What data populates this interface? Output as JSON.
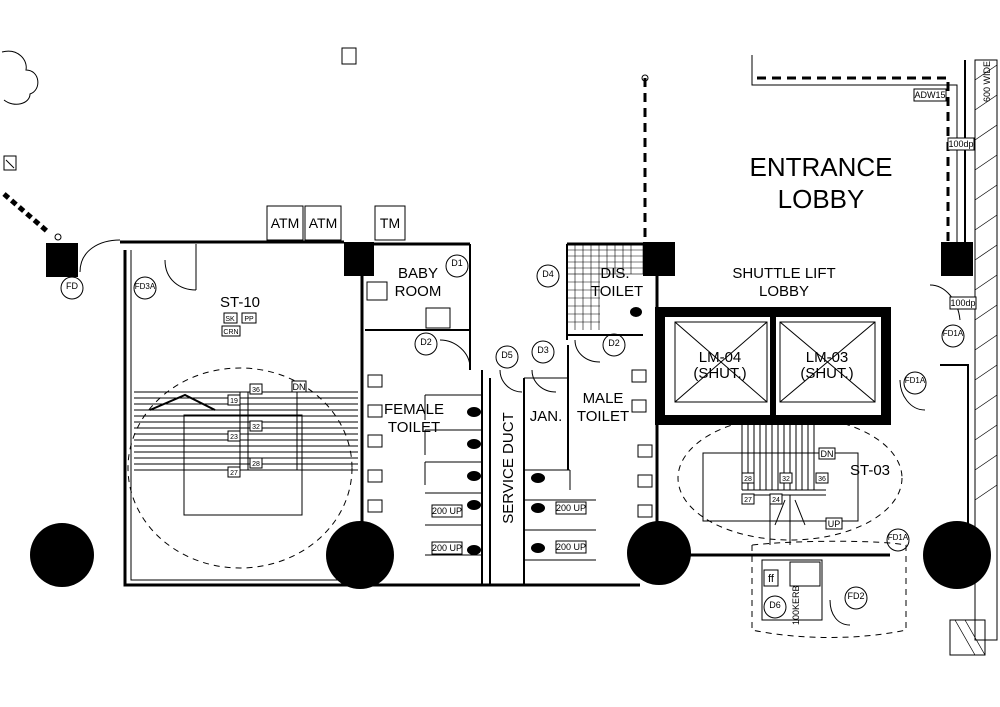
{
  "rooms": {
    "entrance_lobby": [
      "ENTRANCE",
      "LOBBY"
    ],
    "shuttle_lift_lobby": [
      "SHUTTLE LIFT",
      "LOBBY"
    ],
    "baby_room": [
      "BABY",
      "ROOM"
    ],
    "dis_toilet": [
      "DIS.",
      "TOILET"
    ],
    "female_toilet": [
      "FEMALE",
      "TOILET"
    ],
    "male_toilet": [
      "MALE",
      "TOILET"
    ],
    "janitor": "JAN.",
    "service_duct": "SERVICE DUCT",
    "stair_st10": "ST-10",
    "stair_st03": "ST-03"
  },
  "lifts": [
    {
      "name": "LM-04",
      "note": "(SHUT.)"
    },
    {
      "name": "LM-03",
      "note": "(SHUT.)"
    }
  ],
  "fixtures": {
    "atm": [
      "ATM",
      "ATM"
    ],
    "tm": "TM",
    "width_note": "600 WIDE",
    "adw": "ADW15",
    "dp_100": [
      "100dp",
      "100dp"
    ],
    "kerb": "100KERB",
    "up_200": [
      "200 UP",
      "200 UP",
      "200 UP",
      "200 UP"
    ],
    "up": "UP",
    "dn": [
      "DN",
      "DN"
    ],
    "ff": "ff",
    "stair_codes": [
      "SK",
      "PP",
      "CRN"
    ],
    "riser_numbers": [
      "36",
      "19",
      "32",
      "23",
      "28",
      "27",
      "28",
      "32",
      "36",
      "27",
      "24"
    ]
  },
  "door_tags": {
    "fd": "FD",
    "fd3a": "FD3A",
    "d1": "D1",
    "d2_left": "D2",
    "d2_right": "D2",
    "d3": "D3",
    "d4": "D4",
    "d5": "D5",
    "d6": "D6",
    "fd1a_top": "FD1A",
    "fd1a_mid": "FD1A",
    "fd1a_low": "FD1A",
    "fd2": "FD2"
  },
  "icons": {
    "column_marker": "black-square",
    "round_column": "black-circle",
    "door_tag_marker": "circle-with-label"
  }
}
